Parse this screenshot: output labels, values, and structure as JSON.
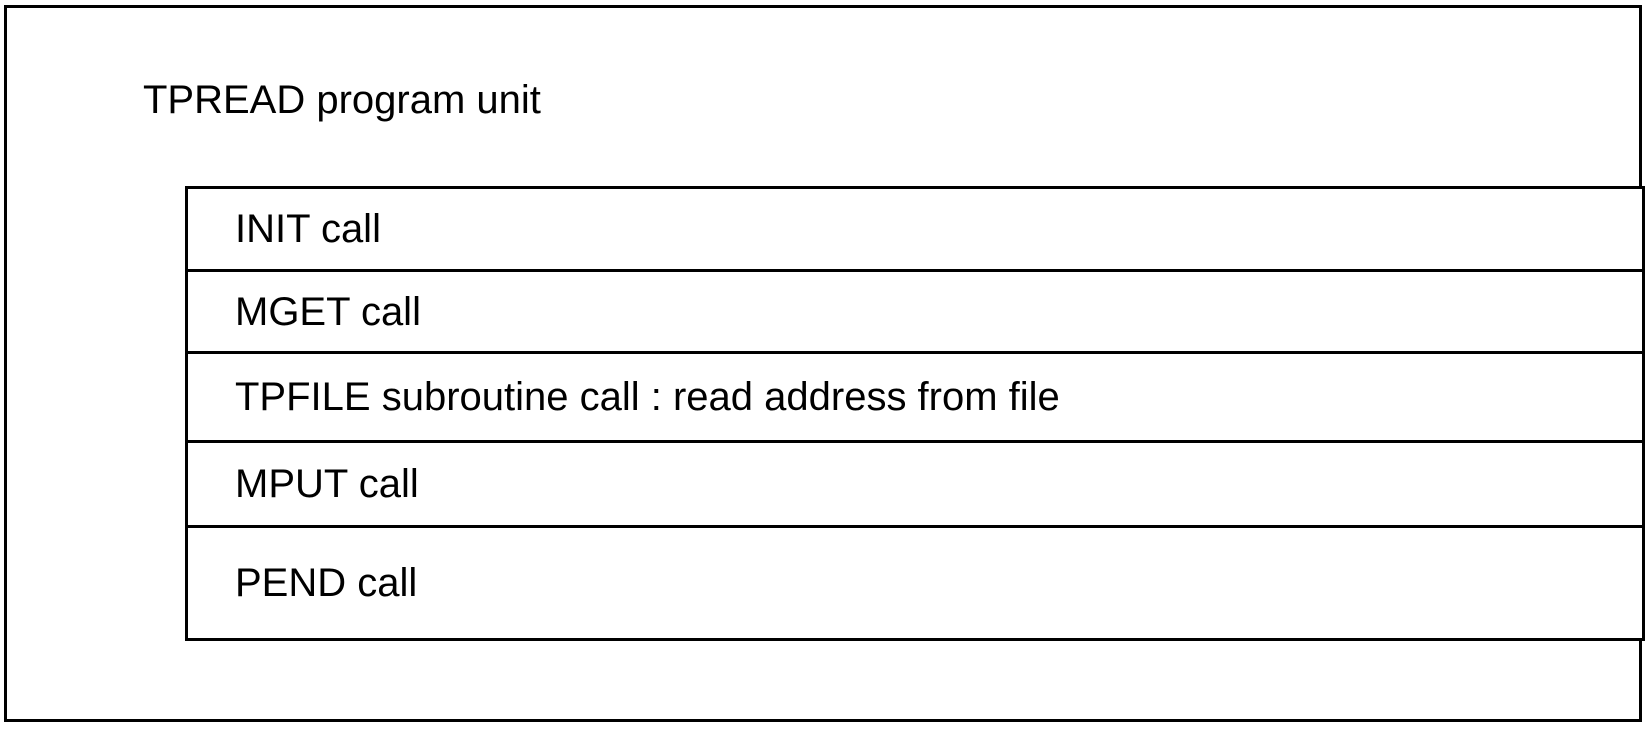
{
  "diagram": {
    "title": "TPREAD program unit",
    "outer_border_color": "#000000",
    "background_color": "#ffffff",
    "text_color": "#000000",
    "call_list": {
      "rows": [
        {
          "label": "INIT call"
        },
        {
          "label": "MGET call"
        },
        {
          "label": "TPFILE subroutine call : read address from file"
        },
        {
          "label": "MPUT call"
        },
        {
          "label": "PEND call"
        }
      ]
    }
  }
}
